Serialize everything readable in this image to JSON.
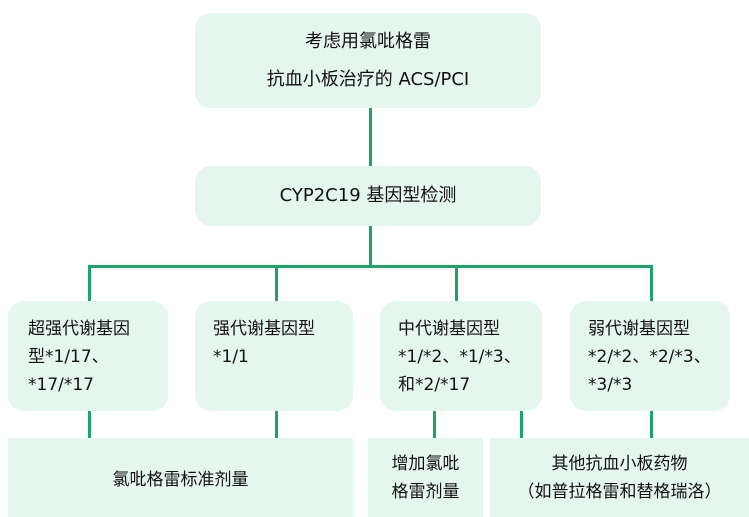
{
  "top": {
    "line1": "考虑用氯吡格雷",
    "line2": "抗血小板治疗的 ACS/PCI"
  },
  "test": {
    "label": "CYP2C19 基因型检测"
  },
  "phenotypes": [
    {
      "lines": [
        "超强代谢基因",
        "型*1/17、",
        "*17/*17"
      ]
    },
    {
      "lines": [
        "强代谢基因型",
        "*1/1"
      ]
    },
    {
      "lines": [
        "中代谢基因型",
        "*1/*2、*1/*3、",
        "和*2/*17"
      ]
    },
    {
      "lines": [
        "弱代谢基因型",
        "*2/*2、*2/*3、",
        "*3/*3"
      ]
    }
  ],
  "outcomes": {
    "standard": {
      "label": "氯吡格雷标准剂量"
    },
    "increase": {
      "lines": [
        "增加氯吡",
        "格雷剂量"
      ]
    },
    "alternative": {
      "lines": [
        "其他抗血小板药物",
        "（如普拉格雷和替格瑞洛）"
      ]
    }
  },
  "colors": {
    "box_fill": "#e5f6ee",
    "connector": "#1aa468"
  }
}
